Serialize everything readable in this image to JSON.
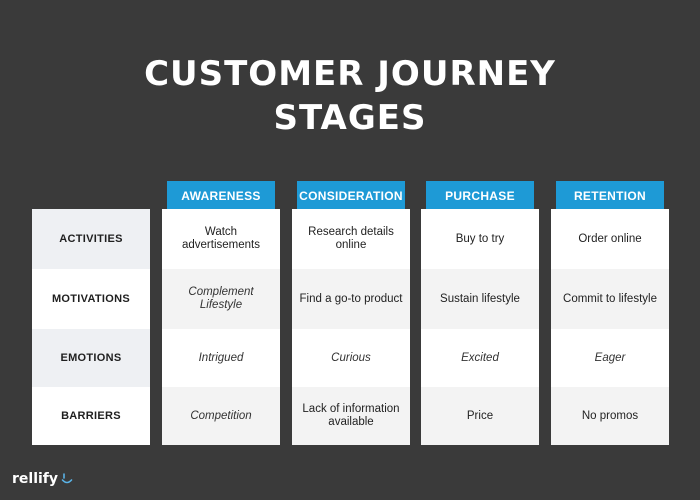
{
  "title_lines": [
    "CUSTOMER JOURNEY",
    "STAGES"
  ],
  "stages": [
    "AWARENESS",
    "CONSIDERATION",
    "PURCHASE",
    "RETENTION"
  ],
  "rows": [
    "ACTIVITIES",
    "MOTIVATIONS",
    "EMOTIONS",
    "BARRIERS"
  ],
  "cells": [
    [
      "Watch advertisements",
      "Research details online",
      "Buy to try",
      "Order online"
    ],
    [
      "Complement Lifestyle",
      "Find a go-to product",
      "Sustain lifestyle",
      "Commit to lifestyle"
    ],
    [
      "Intrigued",
      "Curious",
      "Excited",
      "Eager"
    ],
    [
      "Competition",
      "Lack of information available",
      "Price",
      "No promos"
    ]
  ],
  "logo_text": "rellify",
  "colors": {
    "background": "#3a3a3a",
    "header_blue": "#1e9ad6",
    "cell_white": "#ffffff",
    "cell_light_gray": "#f3f3f3"
  }
}
